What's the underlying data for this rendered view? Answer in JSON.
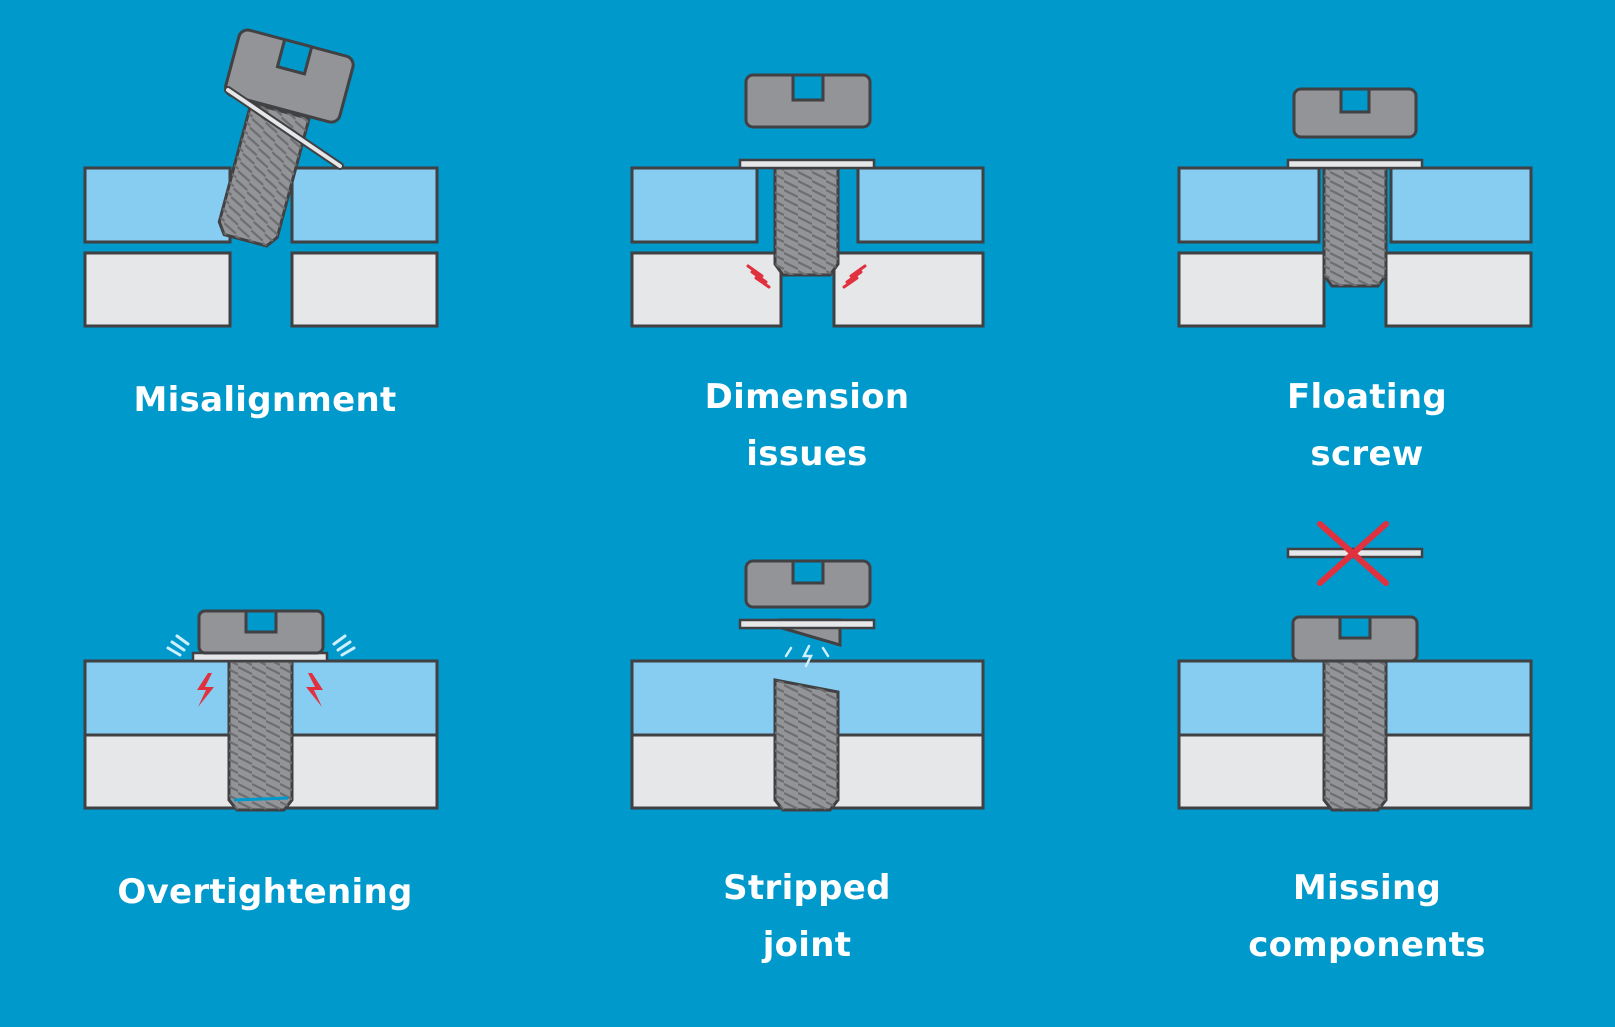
{
  "background_color": "#0099cc",
  "colors": {
    "plate_top": "#87cdf2",
    "plate_bottom": "#e6e7e9",
    "screw": "#929497",
    "outline": "#414042",
    "warning": "#e0313f",
    "washer": "#e6e7e9",
    "label": "#ffffff"
  },
  "panels": [
    {
      "id": "misalignment",
      "icon": "tilted-screw-icon",
      "lines": [
        "Misalignment"
      ]
    },
    {
      "id": "dimension-issues",
      "icon": "oversized-hole-screw-icon",
      "lines": [
        "Dimension",
        "issues"
      ]
    },
    {
      "id": "floating-screw",
      "icon": "floating-screw-icon",
      "lines": [
        "Floating",
        "screw"
      ]
    },
    {
      "id": "overtightening",
      "icon": "overtightened-screw-icon",
      "lines": [
        "Overtightening"
      ]
    },
    {
      "id": "stripped-joint",
      "icon": "stripped-screw-icon",
      "lines": [
        "Stripped",
        "joint"
      ]
    },
    {
      "id": "missing-components",
      "icon": "missing-washer-icon",
      "lines": [
        "Missing",
        "components"
      ]
    }
  ]
}
